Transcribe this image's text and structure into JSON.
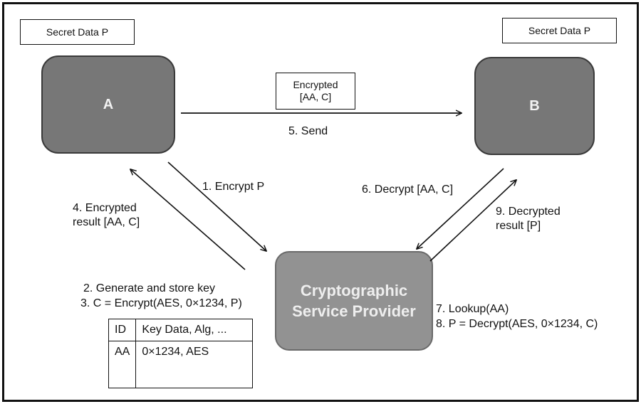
{
  "nodes": {
    "a": "A",
    "b": "B",
    "csp_line1": "Cryptographic",
    "csp_line2": "Service Provider"
  },
  "secret_a": "Secret Data P",
  "secret_b": "Secret Data P",
  "encrypted_box": {
    "line1": "Encrypted",
    "line2": "[AA, C]"
  },
  "steps": {
    "send": "5. Send",
    "encrypt": "1. Encrypt P",
    "encrypted_result_line1": "4. Encrypted",
    "encrypted_result_line2": "result [AA, C]",
    "generate": "2. Generate and store key",
    "c_encrypt": "3. C = Encrypt(AES, 0×1234, P)",
    "decrypt": "6. Decrypt [AA, C]",
    "decrypted_result_line1": "9. Decrypted",
    "decrypted_result_line2": "result [P]",
    "lookup": "7. Lookup(AA)",
    "p_decrypt": "8. P = Decrypt(AES, 0×1234, C)"
  },
  "key_table": {
    "headers": [
      "ID",
      "Key Data, Alg, ..."
    ],
    "rows": [
      [
        "AA",
        "0×1234,  AES"
      ]
    ]
  },
  "colors": {
    "node_fill": "#777777",
    "csp_fill": "#929292",
    "line": "#111111"
  }
}
